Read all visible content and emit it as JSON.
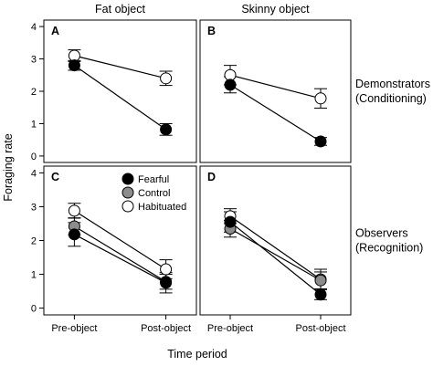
{
  "chart_data": {
    "type": "line",
    "ylabel": "Foraging rate",
    "xlabel": "Time period",
    "categories": [
      "Pre-object",
      "Post-object"
    ],
    "ylim": [
      -0.2,
      4.2
    ],
    "yticks": [
      "0",
      "1",
      "2",
      "3",
      "4"
    ],
    "column_titles": [
      "Fat object",
      "Skinny object"
    ],
    "row_labels": [
      [
        "Demonstrators",
        "(Conditioning)"
      ],
      [
        "Observers",
        "(Recognition)"
      ]
    ],
    "legend": {
      "placement": "top-right of panel C",
      "entries": [
        {
          "name": "Fearful",
          "color": "#000000"
        },
        {
          "name": "Control",
          "color": "#8c8c8c"
        },
        {
          "name": "Habituated",
          "color": "#ffffff"
        }
      ]
    },
    "panels": [
      {
        "label": "A",
        "series": [
          {
            "name": "Habituated",
            "color": "#ffffff",
            "values": [
              3.1,
              2.4
            ],
            "err": [
              0.18,
              0.22
            ]
          },
          {
            "name": "Fearful",
            "color": "#000000",
            "values": [
              2.8,
              0.82
            ],
            "err": [
              0.15,
              0.18
            ]
          }
        ]
      },
      {
        "label": "B",
        "series": [
          {
            "name": "Habituated",
            "color": "#ffffff",
            "values": [
              2.5,
              1.78
            ],
            "err": [
              0.3,
              0.3
            ]
          },
          {
            "name": "Fearful",
            "color": "#000000",
            "values": [
              2.2,
              0.45
            ],
            "err": [
              0.25,
              0.12
            ]
          }
        ]
      },
      {
        "label": "C",
        "series": [
          {
            "name": "Habituated",
            "color": "#ffffff",
            "values": [
              2.88,
              1.15
            ],
            "err": [
              0.22,
              0.28
            ]
          },
          {
            "name": "Control",
            "color": "#8c8c8c",
            "values": [
              2.42,
              0.78
            ],
            "err": [
              0.25,
              0.22
            ]
          },
          {
            "name": "Fearful",
            "color": "#000000",
            "values": [
              2.18,
              0.75
            ],
            "err": [
              0.35,
              0.3
            ]
          }
        ]
      },
      {
        "label": "D",
        "series": [
          {
            "name": "Habituated",
            "color": "#ffffff",
            "values": [
              2.72,
              0.85
            ],
            "err": [
              0.22,
              0.3
            ]
          },
          {
            "name": "Control",
            "color": "#8c8c8c",
            "values": [
              2.35,
              0.82
            ],
            "err": [
              0.25,
              0.25
            ]
          },
          {
            "name": "Fearful",
            "color": "#000000",
            "values": [
              2.55,
              0.4
            ],
            "err": [
              0.3,
              0.15
            ]
          }
        ]
      }
    ]
  }
}
